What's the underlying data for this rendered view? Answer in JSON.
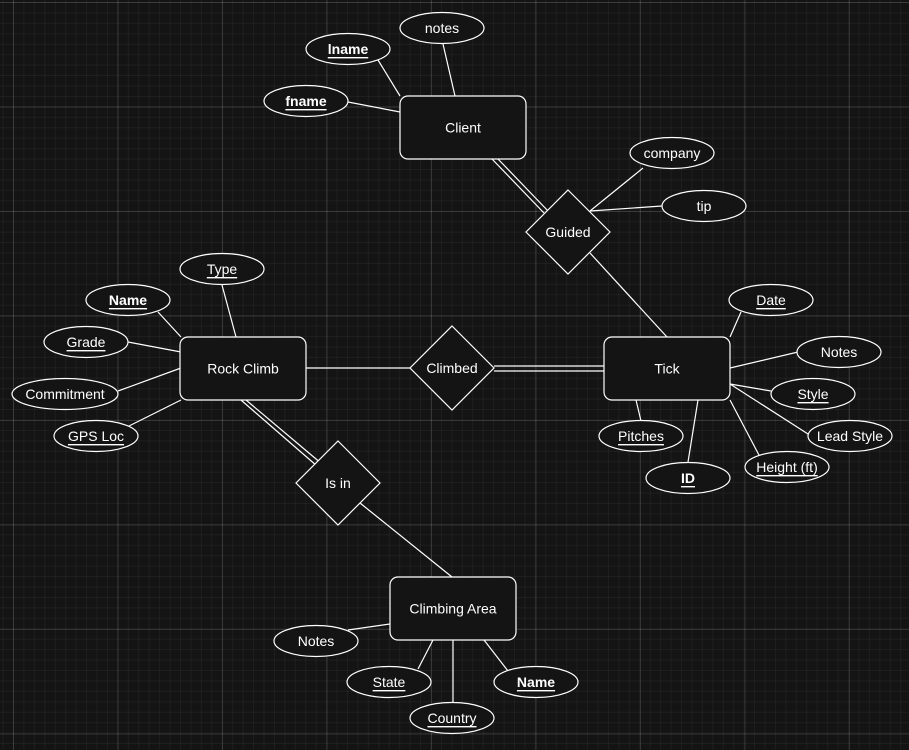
{
  "entities": {
    "client": "Client",
    "rock_climb": "Rock Climb",
    "tick": "Tick",
    "climbing_area": "Climbing Area"
  },
  "relationships": {
    "guided": "Guided",
    "climbed": "Climbed",
    "is_in": "Is in"
  },
  "attributes": {
    "client_lname": "lname",
    "client_notes": "notes",
    "client_fname": "fname",
    "guided_company": "company",
    "guided_tip": "tip",
    "rc_type": "Type",
    "rc_name": "Name",
    "rc_grade": "Grade",
    "rc_commitment": "Commitment",
    "rc_gps": "GPS Loc",
    "tick_date": "Date",
    "tick_notes": "Notes",
    "tick_style": "Style",
    "tick_lead_style": "Lead Style",
    "tick_height": "Height (ft)",
    "tick_pitches": "Pitches",
    "tick_id": "ID",
    "area_notes": "Notes",
    "area_state": "State",
    "area_name": "Name",
    "area_country": "Country"
  }
}
